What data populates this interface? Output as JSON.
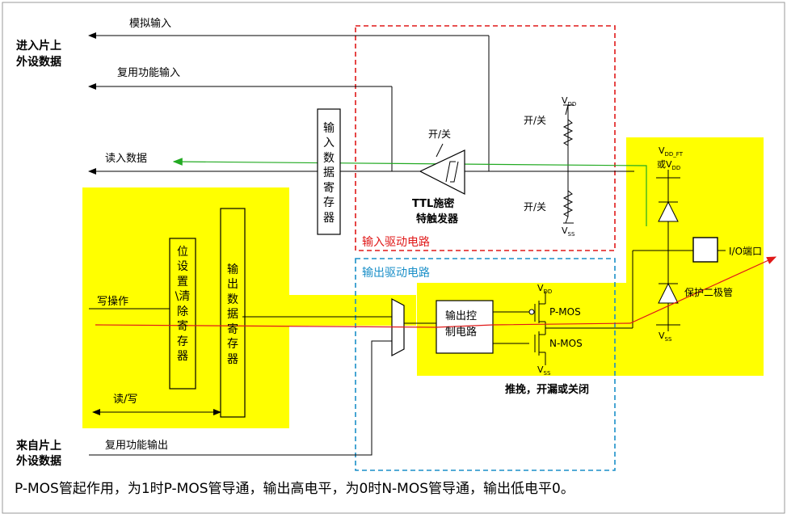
{
  "labels": {
    "peripheral_in": [
      "进入片上",
      "外设数据"
    ],
    "peripheral_out": [
      "来自片上",
      "外设数据"
    ],
    "analog_input": "模拟输入",
    "alt_func_input": "复用功能输入",
    "read_data": "读入数据",
    "input_data_register": "输入数据寄存器",
    "switch_top": "开/关",
    "switch_bottom": "开/关",
    "schmitt_switch": "开/关",
    "vdd": "V",
    "vdd_sub": "DD",
    "vss": "V",
    "vss_sub": "SS",
    "vdd_ft_prefix": "V",
    "vdd_ft_sub": "DD_FT",
    "vdd_ft_or": "或V",
    "ttl_schmitt": [
      "TTL施密",
      "特触发器"
    ],
    "input_driver": "输入驱动电路",
    "output_driver": "输出驱动电路",
    "io_pin": "I/O端口",
    "protect_diode": "保护二极管",
    "write_op": "写操作",
    "bit_set_clear_register": "位设置\\清除寄存器",
    "output_data_register": "输出数据寄存器",
    "read_write": "读/写",
    "output_control": [
      "输出控",
      "制电路"
    ],
    "pmos": "P-MOS",
    "nmos": "N-MOS",
    "push_pull_note": "推挽，开漏或关闭",
    "alt_func_output": "复用功能输出",
    "caption": "P-MOS管起作用，为1时P-MOS管导通，输出高电平，为0时N-MOS管导通，输出低电平0。"
  },
  "colors": {
    "highlight": "#ffff00",
    "red_path": "#e01818",
    "green_path": "#22aa22",
    "input_box": "#e01818",
    "output_box": "#1a8fc8"
  }
}
